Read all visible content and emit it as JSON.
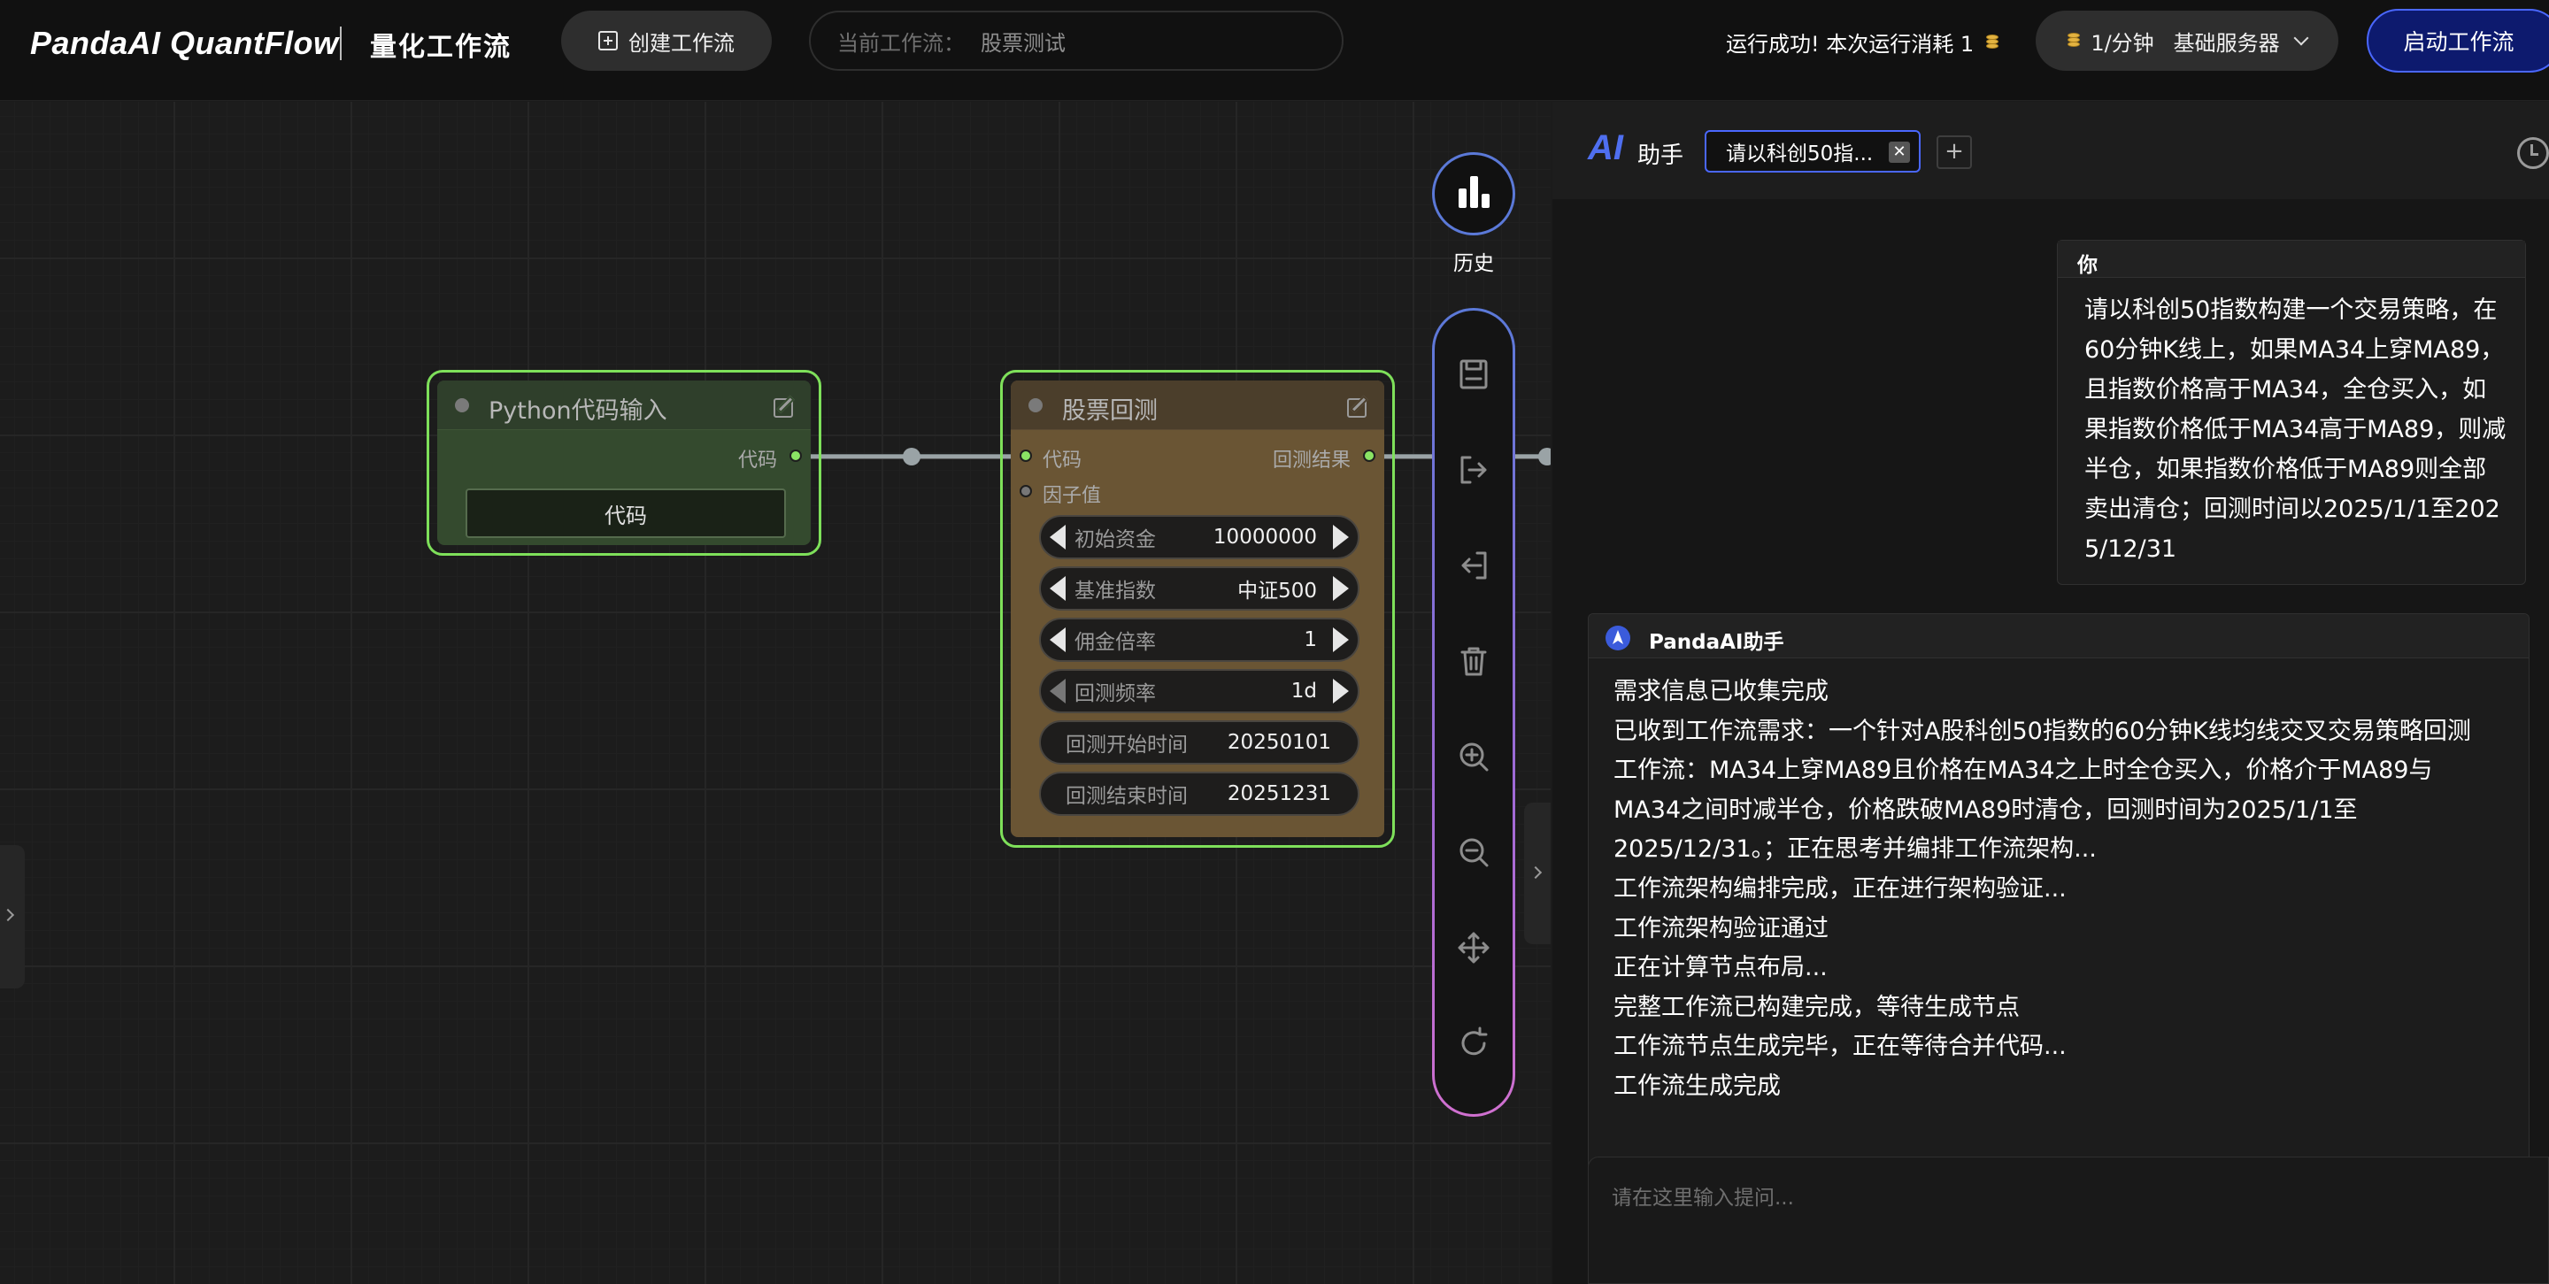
{
  "header": {
    "logo": "PandaAI QuantFlow",
    "subtitle": "量化工作流",
    "create_label": "创建工作流",
    "current_flow_label": "当前工作流：",
    "current_flow_value": "股票测试",
    "run_status": "运行成功!  本次运行消耗 1",
    "server_rate": "1/分钟",
    "server_name": "基础服务器",
    "start_label": "启动工作流"
  },
  "nodes": {
    "python": {
      "title": "Python代码输入",
      "output_label": "代码",
      "code_button": "代码"
    },
    "backtest": {
      "title": "股票回测",
      "input_code": "代码",
      "input_factor": "因子值",
      "output_result": "回测结果",
      "widgets": [
        {
          "name": "初始资金",
          "value": "10000000"
        },
        {
          "name": "基准指数",
          "value": "中证500"
        },
        {
          "name": "佣金倍率",
          "value": "1"
        },
        {
          "name": "回测频率",
          "value": "1d"
        },
        {
          "name": "回测开始时间",
          "value": "20250101"
        },
        {
          "name": "回测结束时间",
          "value": "20251231"
        }
      ]
    }
  },
  "toolbar": {
    "history_label": "历史",
    "tools": [
      "save-icon",
      "export-icon",
      "import-icon",
      "trash-icon",
      "zoom-in-icon",
      "zoom-out-icon",
      "move-icon",
      "refresh-icon"
    ]
  },
  "ai_panel": {
    "logo": "AI",
    "title": "助手",
    "tab_label": "请以科创50指...",
    "tab_close": "✕",
    "tab_add": "+",
    "user_name": "你",
    "user_message": "请以科创50指数构建一个交易策略，在60分钟K线上，如果MA34上穿MA89，且指数价格高于MA34，全仓买入，如果指数价格低于MA34高于MA89，则减半仓，如果指数价格低于MA89则全部卖出清仓；回测时间以2025/1/1至2025/12/31",
    "bot_name": "PandaAI助手",
    "bot_lines": [
      "需求信息已收集完成",
      "已收到工作流需求：一个针对A股科创50指数的60分钟K线均线交叉交易策略回测",
      "工作流：MA34上穿MA89且价格在MA34之上时全仓买入，价格介于MA89与",
      "MA34之间时减半仓，价格跌破MA89时清仓，回测时间为2025/1/1至",
      "2025/12/31。；正在思考并编排工作流架构...",
      "工作流架构编排完成，正在进行架构验证...",
      "工作流架构验证通过",
      "正在计算节点布局...",
      "完整工作流已构建完成，等待生成节点",
      "工作流节点生成完毕，正在等待合并代码...",
      "工作流生成完成"
    ],
    "input_placeholder": "请在这里输入提问..."
  }
}
